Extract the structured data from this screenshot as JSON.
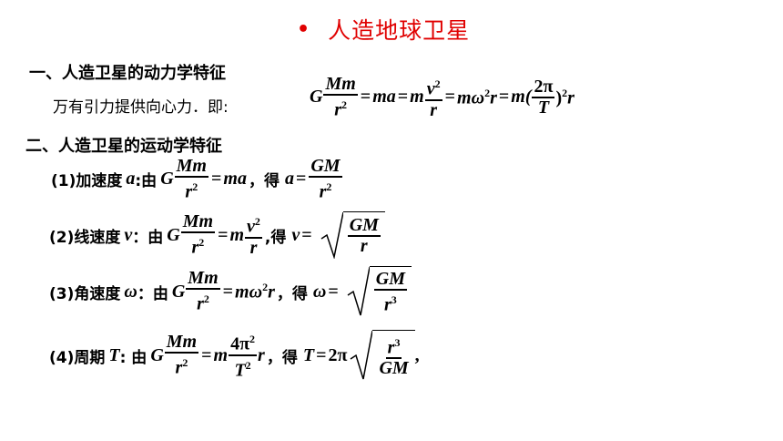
{
  "title": {
    "bullet": "•",
    "text": "人造地球卫星"
  },
  "section1": {
    "heading": "一、人造卫星的动力学特征",
    "desc": "万有引力提供向心力．即:",
    "formula": {
      "G": "G",
      "Mm": "Mm",
      "r2": "r",
      "eq": "=",
      "ma": "ma",
      "m": "m",
      "v2": "v",
      "r": "r",
      "momega2r": "mω",
      "r_end": "r",
      "m2": "m(",
      "twopi": "2π",
      "T": "T",
      "close": ")"
    }
  },
  "section2": {
    "heading": "二、人造卫星的运动学特征",
    "items": [
      {
        "label": "(1)加速度",
        "var": "a",
        "colon": ":由",
        "get": "得",
        "getvar": "a",
        "rhs_num": "GM",
        "rhs_den": "r",
        "mid": "ma"
      },
      {
        "label": "(2)线速度",
        "var": "v",
        "colon": "：由",
        "get": "得",
        "getvar": "v",
        "rhs_num": "GM",
        "rhs_den": "r",
        "mid_m": "m",
        "mid_num": "v",
        "mid_den": "r"
      },
      {
        "label": "(3)角速度",
        "var": "ω",
        "colon": "：由",
        "get": "得",
        "getvar": "ω",
        "rhs_num": "GM",
        "rhs_den": "r",
        "mid": "mω"
      },
      {
        "label": "(4)周期",
        "var": "T",
        "colon": ": 由",
        "get": "得",
        "getvar": "T",
        "coef": "2π",
        "rhs_num": "r",
        "rhs_den": "GM",
        "mid_m": "m",
        "mid_num": "4π",
        "mid_den": "T"
      }
    ]
  }
}
